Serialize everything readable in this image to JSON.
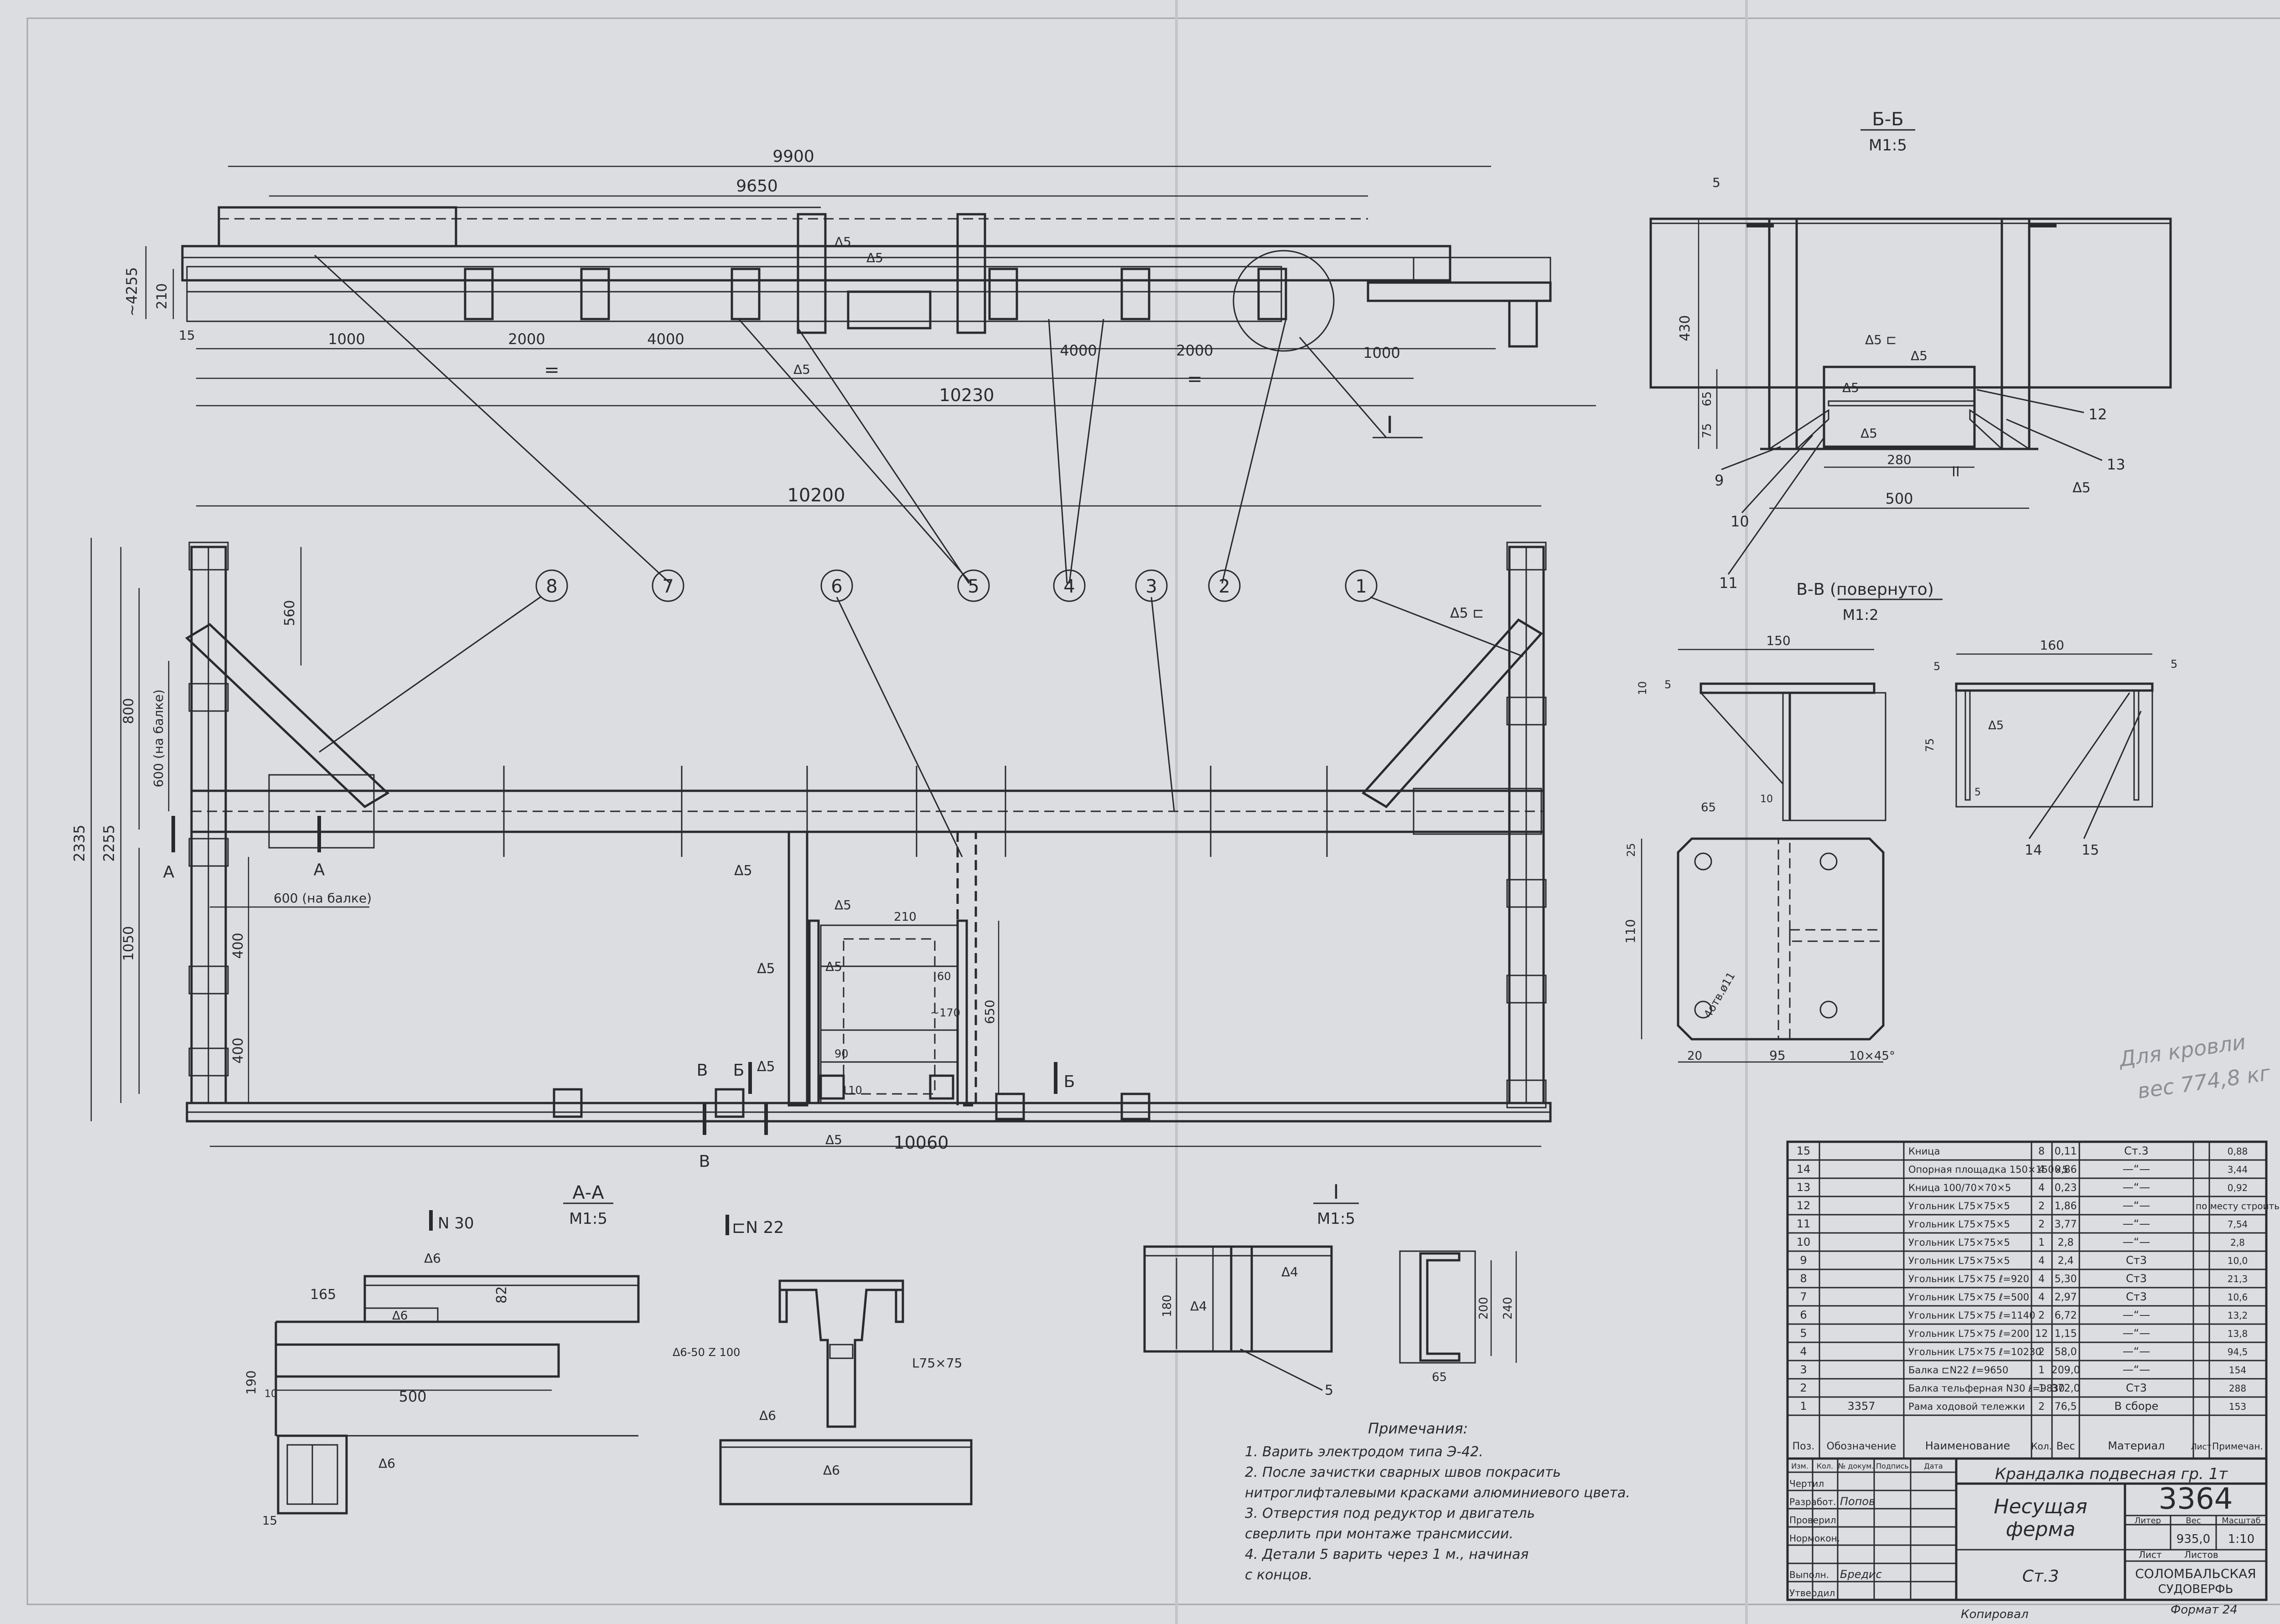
{
  "plan": {
    "dims": {
      "d9900": "9900",
      "d9650": "9650",
      "d4255": "~4255",
      "d210": "210",
      "d15": "15",
      "d1000a": "1000",
      "d2000a": "2000",
      "d4000a": "4000",
      "d4000b": "4000",
      "d2000b": "2000",
      "d1000b": "1000",
      "eq1": "=",
      "eq2": "=",
      "d10230": "10230"
    },
    "welds": {
      "w1": "Δ5",
      "w2": "Δ5",
      "w3": "Δ5"
    },
    "detail_mark": "I"
  },
  "elevation": {
    "dims": {
      "d10200": "10200",
      "d2335": "2335",
      "d2255": "2255",
      "d800": "800",
      "d600a": "600 (на балке)",
      "d560": "560",
      "d1050": "1050",
      "d400a": "400",
      "d400b": "400",
      "d600b": "600 (на балке)",
      "d10060": "10060",
      "d210": "210",
      "d650": "650",
      "d90": "90",
      "d110": "110",
      "d60": "60",
      "d170": "~170"
    },
    "welds": {
      "w1": "Δ5 ⊏",
      "w2": "Δ5",
      "w3": "Δ5",
      "w4": "Δ5",
      "w5": "Δ5",
      "w6": "Δ5",
      "w7": "Δ5"
    },
    "section_marks": {
      "a1": "A",
      "a2": "A",
      "b1": "Б",
      "b2": "Б",
      "v1": "В",
      "v2": "В"
    },
    "balloons": [
      "8",
      "7",
      "6",
      "5",
      "4",
      "3",
      "2",
      "1"
    ]
  },
  "section_bb": {
    "title": "Б-Б",
    "scale": "М1:5",
    "dims": {
      "d5": "5",
      "d430": "430",
      "d65": "65",
      "d75": "75",
      "d280": "280",
      "d500": "500"
    },
    "welds": {
      "w1": "Δ5 ⊏",
      "w2": "Δ5",
      "w3": "Δ5",
      "w4": "Δ5",
      "w5": "Δ5"
    },
    "marks": {
      "m2": "II"
    },
    "leaders": [
      "9",
      "10",
      "11",
      "12",
      "13"
    ]
  },
  "section_vv": {
    "title": "В-В (повернуто)",
    "scale": "М1:2",
    "dims": {
      "d150": "150",
      "d10": "10",
      "d5a": "5",
      "d65": "65",
      "d10b": "10",
      "d160": "160",
      "d5b": "5",
      "d5c": "5",
      "d75": "75",
      "d5d": "5",
      "d25": "25",
      "d110": "110",
      "d20": "20",
      "d95": "95",
      "chamfer": "10×45°",
      "holes": "4отв.ø11"
    },
    "welds": {
      "w1": "Δ5"
    },
    "leaders": [
      "14",
      "15"
    ]
  },
  "section_aa": {
    "title": "А-А",
    "scale": "М1:5",
    "profile": "N 30",
    "dims": {
      "d165": "165",
      "d82": "82",
      "d500": "500",
      "d190": "190",
      "d10": "10",
      "d15": "15"
    },
    "welds": {
      "w1": "Δ6",
      "w2": "Δ6",
      "w3": "Δ6"
    }
  },
  "section_n22": {
    "profile": "⊏N 22",
    "weld_chain": "Δ6-50 Z 100",
    "angle": "L75×75",
    "welds": {
      "w1": "Δ6",
      "w2": "Δ6"
    }
  },
  "detail_i": {
    "title": "I",
    "scale": "М1:5",
    "dims": {
      "d180": "180",
      "d200": "200",
      "d240": "240",
      "d65": "65"
    },
    "welds": {
      "w1": "Δ4",
      "w2": "Δ4"
    },
    "leader": "5"
  },
  "notes": {
    "title": "Примечания:",
    "items": [
      "1. Варить электродом типа Э-42.",
      "2. После зачистки сварных швов покрасить",
      "   нитроглифталевыми красками алюминиевого цвета.",
      "3. Отверстия под редуктор и двигатель",
      "   сверлить при монтаже трансмиссии.",
      "4. Детали 5 варить через 1 м., начиная",
      "   с концов."
    ]
  },
  "handwritten": {
    "line1": "Для кровли",
    "line2": "вес 774,8 кг"
  },
  "bom": {
    "headers": [
      "Поз.",
      "Обозначение",
      "Наименование",
      "Кол.",
      "Вес",
      "Материал",
      "Лист",
      "Примечан."
    ],
    "rows": [
      {
        "pos": "15",
        "des": "",
        "name": "Кница",
        "qty": "8",
        "wt": "0,11",
        "mat": "Ст.3",
        "note": "0,88"
      },
      {
        "pos": "14",
        "des": "",
        "name": "Опорная площадка 150×150×5",
        "qty": "4",
        "wt": "0,86",
        "mat": "—“—",
        "note": "3,44"
      },
      {
        "pos": "13",
        "des": "",
        "name": "Кница 100/70×70×5",
        "qty": "4",
        "wt": "0,23",
        "mat": "—“—",
        "note": "0,92"
      },
      {
        "pos": "12",
        "des": "",
        "name": "Угольник L75×75×5",
        "qty": "2",
        "wt": "1,86",
        "mat": "—“—",
        "note": "по месту строить"
      },
      {
        "pos": "11",
        "des": "",
        "name": "Угольник L75×75×5",
        "qty": "2",
        "wt": "3,77",
        "mat": "—“—",
        "note": "7,54"
      },
      {
        "pos": "10",
        "des": "",
        "name": "Угольник L75×75×5",
        "qty": "1",
        "wt": "2,8",
        "mat": "—“—",
        "note": "2,8"
      },
      {
        "pos": "9",
        "des": "",
        "name": "Угольник L75×75×5",
        "qty": "4",
        "wt": "2,4",
        "mat": "Ст3",
        "note": "10,0"
      },
      {
        "pos": "8",
        "des": "",
        "name": "Угольник L75×75 ℓ=920",
        "qty": "4",
        "wt": "5,30",
        "mat": "Ст3",
        "note": "21,3"
      },
      {
        "pos": "7",
        "des": "",
        "name": "Угольник L75×75 ℓ=500",
        "qty": "4",
        "wt": "2,97",
        "mat": "Ст3",
        "note": "10,6"
      },
      {
        "pos": "6",
        "des": "",
        "name": "Угольник L75×75 ℓ=1140",
        "qty": "2",
        "wt": "6,72",
        "mat": "—“—",
        "note": "13,2"
      },
      {
        "pos": "5",
        "des": "",
        "name": "Угольник L75×75 ℓ=200",
        "qty": "12",
        "wt": "1,15",
        "mat": "—“—",
        "note": "13,8"
      },
      {
        "pos": "4",
        "des": "",
        "name": "Угольник L75×75 ℓ=10230",
        "qty": "2",
        "wt": "58,0",
        "mat": "—“—",
        "note": "94,5"
      },
      {
        "pos": "3",
        "des": "",
        "name": "Балка ⊏N22 ℓ=9650",
        "qty": "1",
        "wt": "209,0",
        "mat": "—“—",
        "note": "154"
      },
      {
        "pos": "2",
        "des": "",
        "name": "Балка тельферная N30 ℓ=9830",
        "qty": "1",
        "wt": "372,0",
        "mat": "Ст3",
        "note": "288"
      },
      {
        "pos": "1",
        "des": "3357",
        "name": "Рама ходовой тележки",
        "qty": "2",
        "wt": "76,5",
        "mat": "В сборе",
        "note": "153"
      }
    ]
  },
  "title_block": {
    "assembly": "Крандалка подвесная гр. 1т",
    "drawing_no": "3364",
    "name_line1": "Несущая",
    "name_line2": "ферма",
    "material": "Ст.3",
    "hdr_liter": "Литер",
    "hdr_weight": "Вес",
    "hdr_scale": "Масштаб",
    "weight": "935,0",
    "scale": "1:10",
    "sheet": "Лист",
    "sheets": "Листов",
    "org_line1": "СОЛОМБАЛЬСКАЯ",
    "org_line2": "СУДОВЕРФЬ",
    "format": "Формат 24",
    "copied": "Копировал",
    "roles": [
      "Изм.",
      "Кол.",
      "№ докум.",
      "Подпись",
      "Дата"
    ],
    "people": [
      {
        "role": "Чертил",
        "name": ""
      },
      {
        "role": "Разработ.",
        "name": "Попов"
      },
      {
        "role": "Проверил",
        "name": ""
      },
      {
        "role": "Нормокон.",
        "name": ""
      },
      {
        "role": "Выполн.",
        "name": "Бредис"
      },
      {
        "role": "Утвердил",
        "name": ""
      }
    ]
  }
}
